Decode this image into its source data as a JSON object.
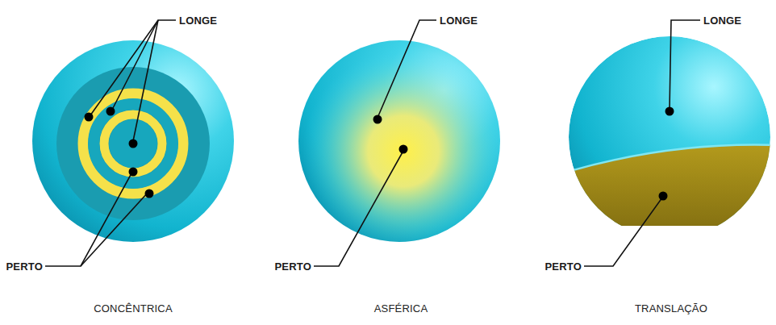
{
  "diagram": {
    "labels": [
      "LONGE",
      "PERTO",
      "CONCÊNTRICA",
      "LONGE",
      "PERTO",
      "ASFÉRICA",
      "LONGE",
      "PERTO",
      "TRANSLAÇÃO"
    ]
  }
}
